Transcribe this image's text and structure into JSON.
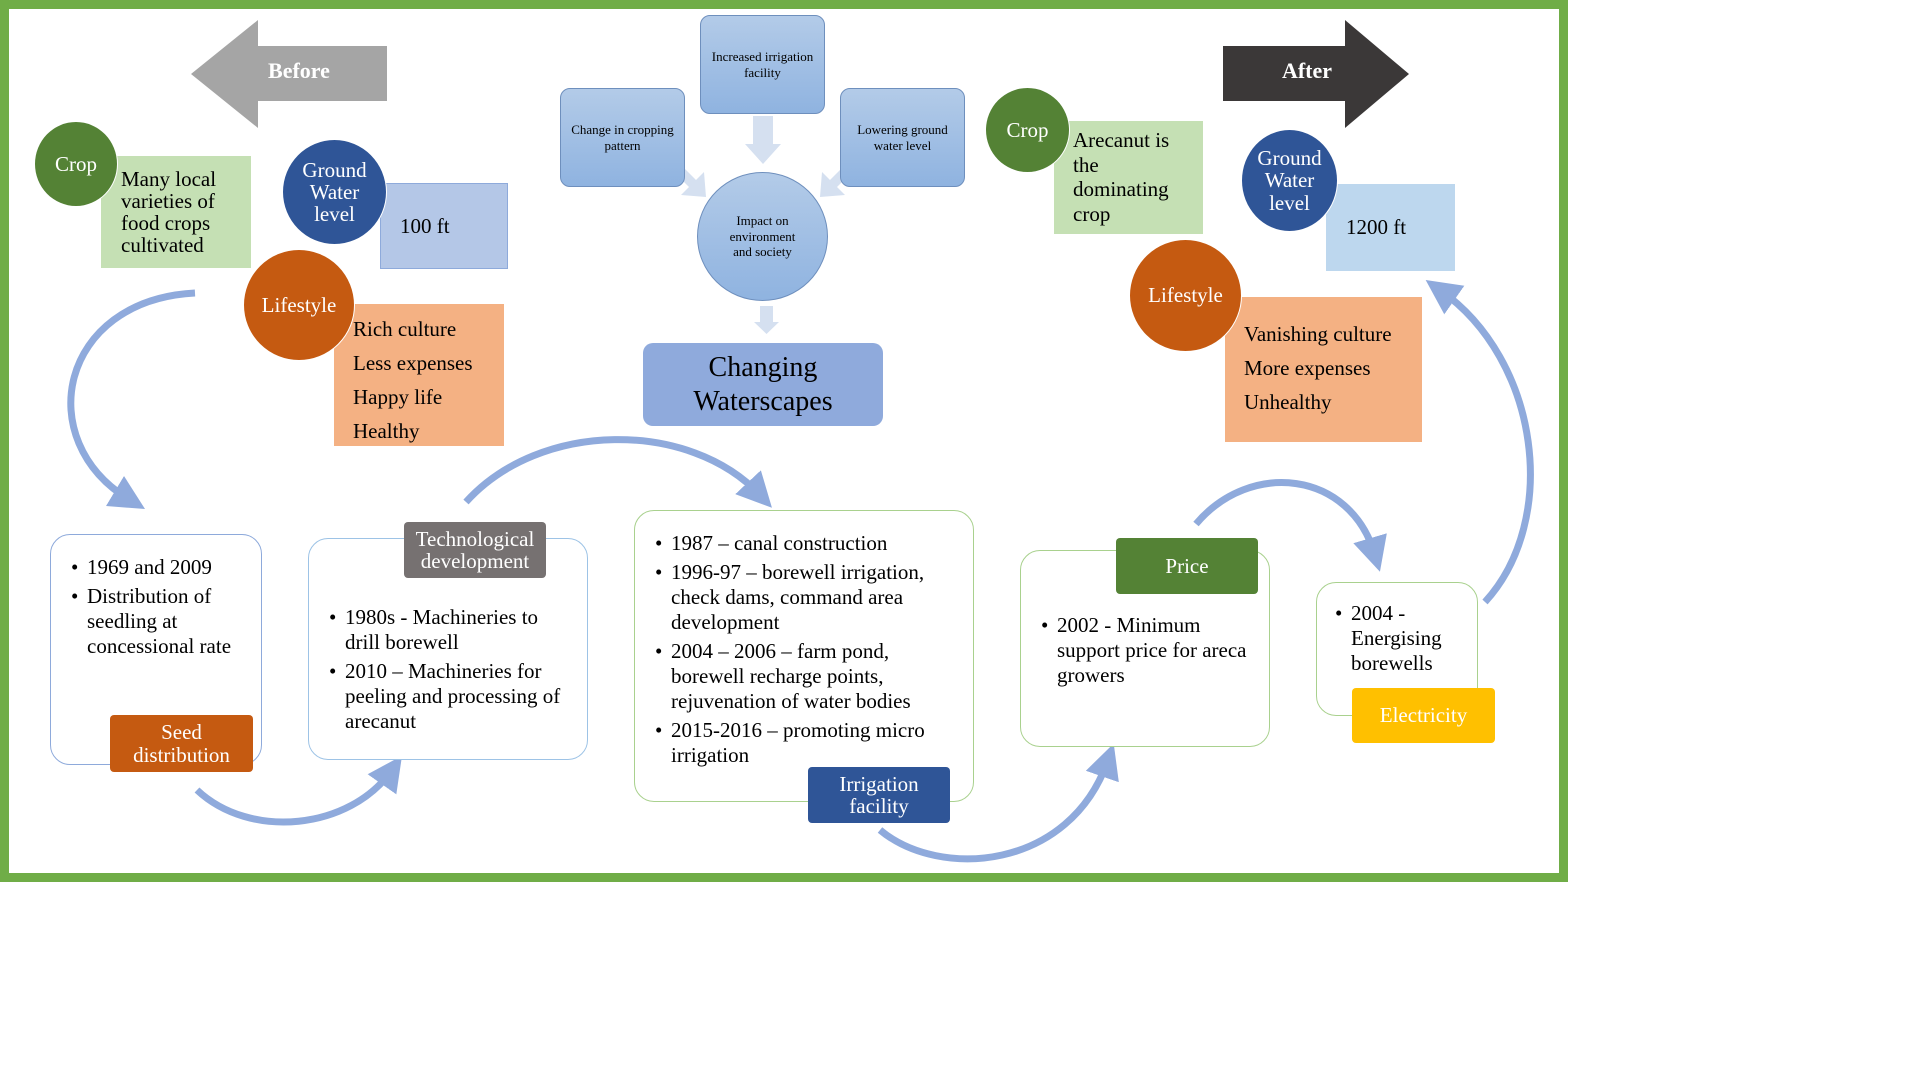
{
  "before": {
    "arrow_label": "Before",
    "crop": {
      "label": "Crop",
      "text": [
        "Many local",
        "varieties  of",
        "food crops",
        "cultivated"
      ]
    },
    "ground_water": {
      "label_lines": [
        "Ground",
        "Water",
        "level"
      ],
      "value": "100 ft"
    },
    "lifestyle": {
      "label": "Lifestyle",
      "items": [
        "Rich culture",
        "Less expenses",
        "Happy  life",
        "Healthy"
      ]
    }
  },
  "after": {
    "arrow_label": "After",
    "crop": {
      "label": "Crop",
      "text": [
        "Arecanut  is",
        "the",
        "dominating",
        "crop"
      ]
    },
    "ground_water": {
      "label_lines": [
        "Ground",
        "Water",
        "level"
      ],
      "value": "1200 ft"
    },
    "lifestyle": {
      "label": "Lifestyle",
      "items": [
        "Vanishing culture",
        "More expenses",
        "Unhealthy"
      ]
    }
  },
  "center": {
    "cropping_pattern": "Change in cropping pattern",
    "irrigation": "Increased irrigation  facility",
    "groundwater": "Lowering ground water level",
    "impact": "Impact on environment and society",
    "title": [
      "Changing",
      "Waterscapes"
    ]
  },
  "timeline": [
    {
      "tag": [
        "Seed",
        "distribution"
      ],
      "tag_color": "#c55a11",
      "items": [
        "1969 and 2009",
        "Distribution of seedling at concessional rate"
      ]
    },
    {
      "tag": [
        "Technological",
        "development"
      ],
      "tag_color": "#767171",
      "items": [
        "1980s - Machineries to drill borewell",
        "2010 – Machineries  for peeling and processing of arecanut"
      ]
    },
    {
      "tag": [
        "Irrigation",
        "facility"
      ],
      "tag_color": "#2f5597",
      "items": [
        "1987 – canal construction",
        "1996-97 – borewell irrigation, check dams, command  area development",
        "2004 – 2006 – farm  pond, borewell recharge  points, rejuvenation  of water  bodies",
        "2015-2016 –  promoting micro irrigation"
      ]
    },
    {
      "tag": [
        "Price"
      ],
      "tag_color": "#548235",
      "items": [
        "2002 - Minimum support price for areca  growers"
      ]
    },
    {
      "tag": [
        "Electricity"
      ],
      "tag_color": "#ffc000",
      "items": [
        "2004 - Energising borewells"
      ]
    }
  ],
  "colors": {
    "frame": "#70ad47",
    "crop_circle": "#548235",
    "crop_box": "#c5e0b4",
    "water_circle": "#2f5597",
    "water_box_before": "#b4c7e7",
    "water_box_after": "#bdd7ee",
    "lifestyle_circle": "#c55a11",
    "lifestyle_box": "#f4b183",
    "before_arrow": "#a5a5a5",
    "after_arrow": "#3b3838",
    "flow_arrow": "#8faadc"
  }
}
